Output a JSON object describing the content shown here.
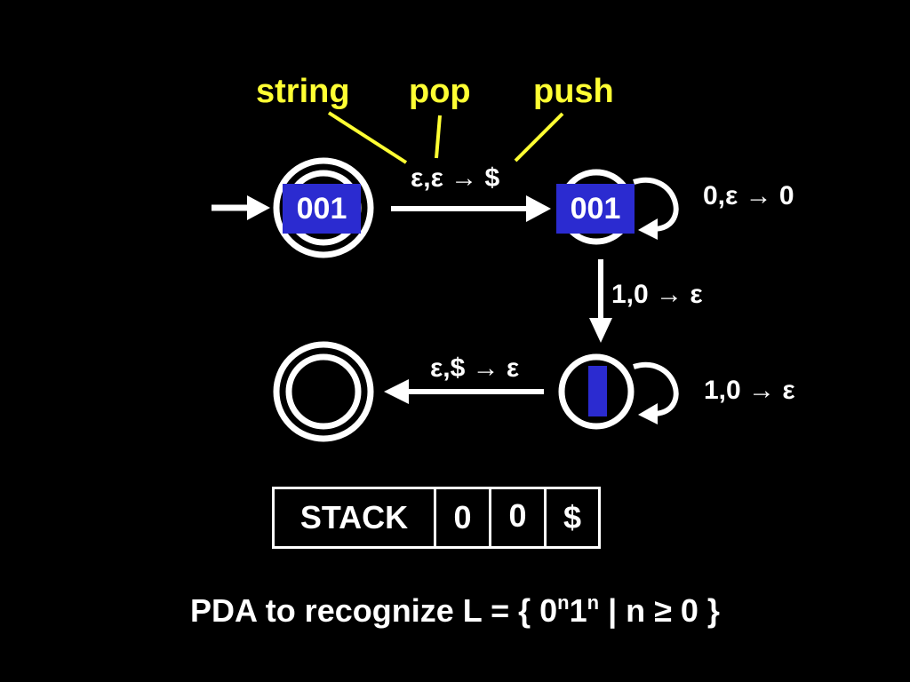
{
  "annotations": {
    "string": "string",
    "pop": "pop",
    "push": "push"
  },
  "transitions": {
    "start_to_push": "ε,ε → $",
    "push_loop": "0,ε → 0",
    "push_to_pop": "1,0 → ε",
    "pop_loop": "1,0 → ε",
    "pop_to_accept": "ε,$ → ε"
  },
  "tapes": {
    "start": "001",
    "push": "001"
  },
  "stack": {
    "label": "STACK",
    "cells": [
      "0",
      "0",
      "$"
    ]
  },
  "caption": {
    "prefix": "PDA to recognize L = { 0",
    "sup1": "n",
    "mid": "1",
    "sup2": "n",
    "suffix": " | n ≥ 0 }"
  },
  "colors": {
    "background": "#000000",
    "foreground": "#ffffff",
    "annotation": "#ffff33",
    "tape": "#2b2bd0"
  }
}
